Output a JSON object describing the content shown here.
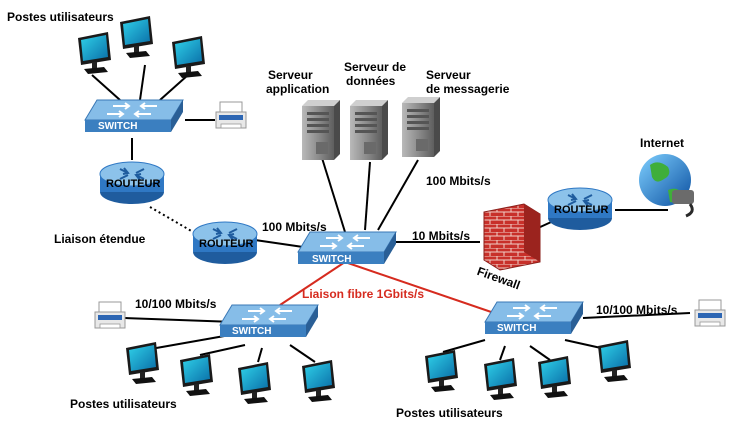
{
  "labels": {
    "postes_top": "Postes utilisateurs",
    "postes_bottom_left": "Postes utilisateurs",
    "postes_bottom_right": "Postes utilisateurs",
    "serveur_app": "Serveur application",
    "serveur_app_l1": "Serveur",
    "serveur_app_l2": "application",
    "serveur_data_l1": "Serveur de",
    "serveur_data_l2": "données",
    "serveur_mail_l1": "Serveur",
    "serveur_mail_l2": "de messagerie",
    "internet": "Internet",
    "liaison_etendue": "Liaison étendue",
    "speed_router_core": "100 Mbits/s",
    "speed_servers": "100 Mbits/s",
    "speed_firewall": "10 Mbits/s",
    "speed_left": "10/100 Mbits/s",
    "speed_right": "10/100 Mbits/s",
    "fibre": "Liaison fibre 1Gbits/s",
    "firewall": "Firewall"
  },
  "devices": {
    "switch_label": "SWITCH",
    "router_label": "ROUTEUR"
  },
  "colors": {
    "switch_top": "#7fb3de",
    "switch_front": "#3b7fc0",
    "router_body": "#2f78c4",
    "fibre_line": "#d62b1f",
    "firewall_brick": "#c8302a",
    "server": "#8a8a8a"
  }
}
